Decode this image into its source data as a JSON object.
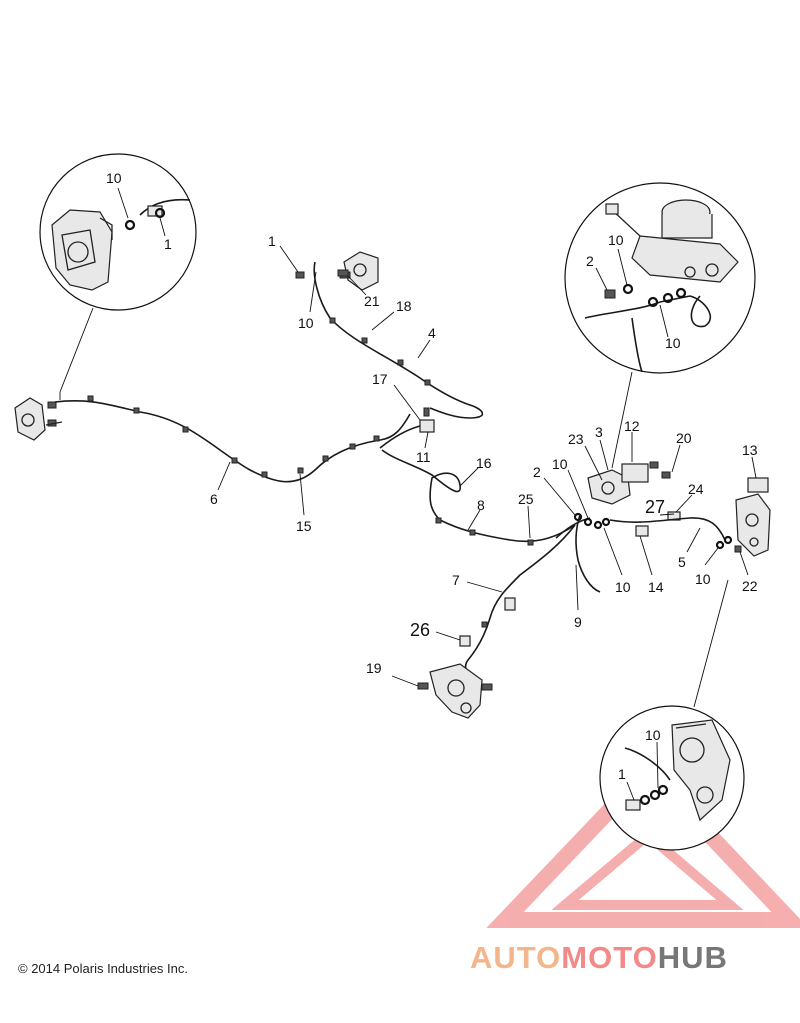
{
  "copyright": "© 2014 Polaris Industries Inc.",
  "watermark": {
    "part1": "AUTO",
    "part2": "MOTO",
    "part3": "HUB",
    "color_part1": "#f5b58a",
    "color_part2": "#f28a8a",
    "color_part3": "#777777",
    "triangle_color": "#f4a0a0"
  },
  "callouts": {
    "c1_detail_tl": "1",
    "c10_detail_tl": "10",
    "c1_top": "1",
    "c21": "21",
    "c18": "18",
    "c10_top": "10",
    "c4": "4",
    "c17": "17",
    "c11": "11",
    "c16": "16",
    "c6": "6",
    "c15": "15",
    "c8": "8",
    "c25": "25",
    "c2_mid": "2",
    "c10_mid": "10",
    "c23": "23",
    "c3": "3",
    "c12": "12",
    "c20": "20",
    "c13": "13",
    "c27": "27",
    "c24": "24",
    "c5": "5",
    "c10_right": "10",
    "c22": "22",
    "c7": "7",
    "c9": "9",
    "c10_low": "10",
    "c14": "14",
    "c26": "26",
    "c19": "19",
    "c2_detail_tr": "2",
    "c10_detail_tr_top": "10",
    "c10_detail_tr_bottom": "10",
    "c1_detail_br": "1",
    "c10_detail_br": "10"
  }
}
